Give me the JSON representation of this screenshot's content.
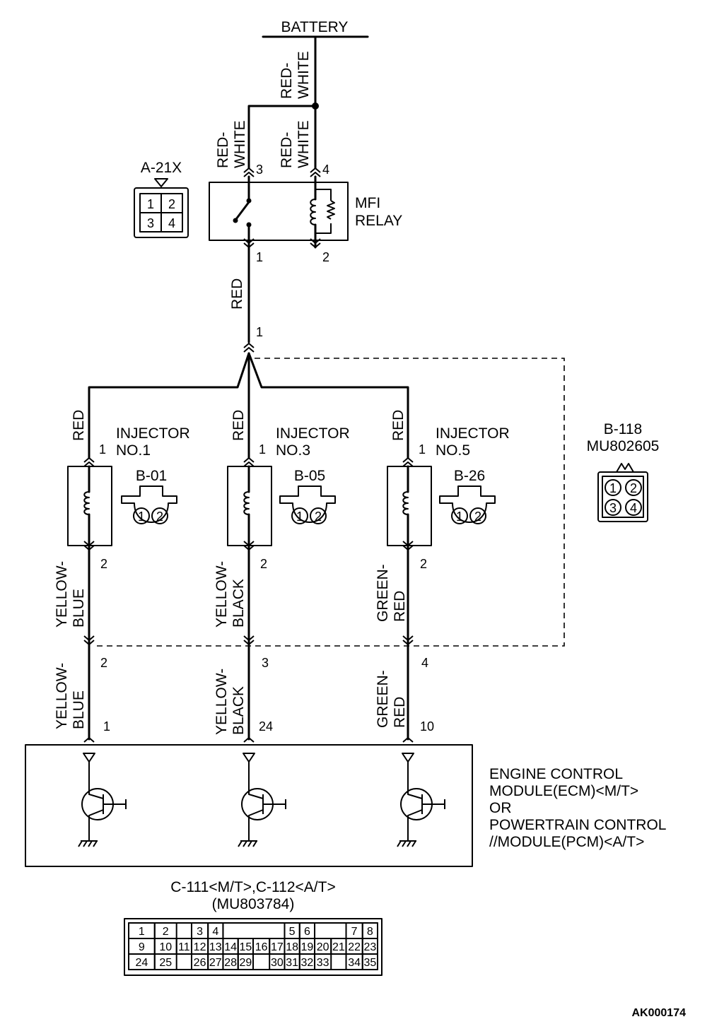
{
  "battery": "BATTERY",
  "wires": {
    "red_white": [
      "RED-",
      "WHITE"
    ],
    "red": "RED",
    "yellow_blue": [
      "YELLOW-",
      "BLUE"
    ],
    "yellow_black": [
      "YELLOW-",
      "BLACK"
    ],
    "green_red": [
      "GREEN-",
      "RED"
    ]
  },
  "relay": {
    "name": [
      "MFI",
      "RELAY"
    ],
    "connector": "A-21X",
    "pins": {
      "p3": "3",
      "p4": "4",
      "p1": "1",
      "p2": "2"
    },
    "cells": [
      "1",
      "2",
      "3",
      "4"
    ]
  },
  "junction": {
    "pin": "1",
    "connector": "B-118",
    "part": "MU802605",
    "cells": [
      "1",
      "2",
      "3",
      "4"
    ]
  },
  "injectors": [
    {
      "name": [
        "INJECTOR",
        "NO.1"
      ],
      "connector": "B-01",
      "pin_top": "1",
      "pin_bottom": "2",
      "jc_pin": "2",
      "ecm_pin": "1",
      "cells": [
        "1",
        "2"
      ]
    },
    {
      "name": [
        "INJECTOR",
        "NO.3"
      ],
      "connector": "B-05",
      "pin_top": "1",
      "pin_bottom": "2",
      "jc_pin": "3",
      "ecm_pin": "24",
      "cells": [
        "1",
        "2"
      ]
    },
    {
      "name": [
        "INJECTOR",
        "NO.5"
      ],
      "connector": "B-26",
      "pin_top": "1",
      "pin_bottom": "2",
      "jc_pin": "4",
      "ecm_pin": "10",
      "cells": [
        "1",
        "2"
      ]
    }
  ],
  "ecm": {
    "label": [
      "ENGINE CONTROL",
      "MODULE(ECM)<M/T>",
      "OR",
      "POWERTRAIN CONTROL",
      "//MODULE(PCM)<A/T>"
    ]
  },
  "ecm_connector": {
    "name": "C-111<M/T>,C-112<A/T>",
    "part": "(MU803784)",
    "rows": [
      [
        "1",
        "2",
        "3",
        "4",
        "5",
        "6",
        "7",
        "8"
      ],
      [
        "9",
        "10",
        "11",
        "12",
        "13",
        "14",
        "15",
        "16",
        "17",
        "18",
        "19",
        "20",
        "21",
        "22",
        "23"
      ],
      [
        "24",
        "25",
        "26",
        "27",
        "28",
        "29",
        "30",
        "31",
        "32",
        "33",
        "34",
        "35"
      ]
    ]
  },
  "figure_id": "AK000174"
}
